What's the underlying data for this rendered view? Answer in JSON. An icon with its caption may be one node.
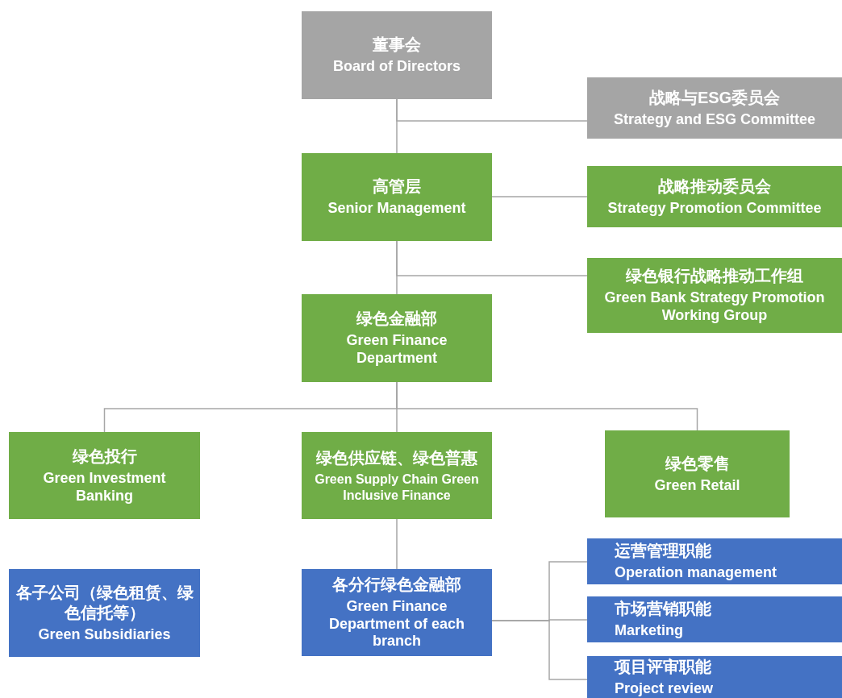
{
  "diagram": {
    "nodes": [
      {
        "text": [
          "董事会",
          "Board of Directors"
        ]
      },
      {
        "text": [
          "战略与ESG委员会",
          "Strategy and ESG Committee"
        ]
      },
      {
        "text": [
          "高管层",
          "Senior Management"
        ]
      },
      {
        "text": [
          "战略推动委员会",
          "Strategy Promotion Committee"
        ]
      },
      {
        "text": [
          "绿色银行战略推动工作组",
          "Green Bank Strategy Promotion Working Group"
        ]
      },
      {
        "text": [
          "绿色金融部",
          "Green Finance Department"
        ]
      },
      {
        "text": [
          "绿色投行",
          "Green Investment Banking"
        ]
      },
      {
        "text": [
          "绿色供应链、绿色普惠",
          "Green Supply Chain Green Inclusive Finance"
        ]
      },
      {
        "text": [
          "绿色零售",
          "Green Retail"
        ]
      },
      {
        "text": [
          "各子公司（绿色租赁、绿色信托等）",
          "Green Subsidiaries"
        ]
      },
      {
        "text": [
          "各分行绿色金融部",
          "Green Finance Department of each branch"
        ]
      },
      {
        "text": [
          "运营管理职能",
          "Operation management"
        ]
      },
      {
        "text": [
          "市场营销职能",
          "Marketing"
        ]
      },
      {
        "text": [
          "项目评审职能",
          "Project review"
        ]
      }
    ],
    "edges": [
      {
        "from": 0,
        "to": 1,
        "arrow": "none"
      },
      {
        "from": 0,
        "to": 2,
        "arrow": "none"
      },
      {
        "from": 2,
        "to": 3,
        "arrow": "none"
      },
      {
        "from": 2,
        "to": 4,
        "arrow": "none"
      },
      {
        "from": 2,
        "to": 5,
        "arrow": "none"
      },
      {
        "from": 5,
        "to": 6,
        "arrow": "none"
      },
      {
        "from": 5,
        "to": 7,
        "arrow": "none"
      },
      {
        "from": 5,
        "to": 8,
        "arrow": "none"
      },
      {
        "from": 7,
        "to": 10,
        "arrow": "none"
      },
      {
        "from": 10,
        "to": 11,
        "arrow": "none"
      },
      {
        "from": 10,
        "to": 12,
        "arrow": "none"
      },
      {
        "from": 10,
        "to": 13,
        "arrow": "none"
      }
    ]
  }
}
